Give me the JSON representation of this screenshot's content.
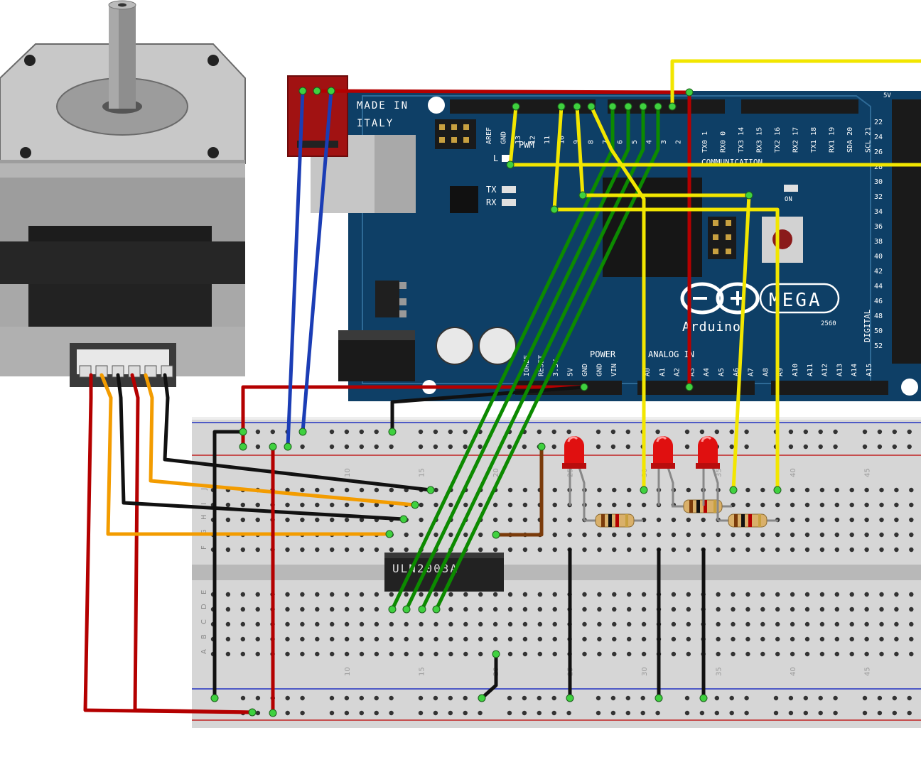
{
  "board": {
    "made_in": "MADE IN",
    "italy": "ITALY",
    "logo_text": "MEGA",
    "brand": "Arduino",
    "model": "2560",
    "pwm": "PWM",
    "comm": "COMMUNICATION",
    "power": "POWER",
    "analog_in": "ANALOG IN",
    "digital": "DIGITAL",
    "tx": "TX",
    "rx": "RX",
    "l_led": "L",
    "on_led": "ON",
    "top_pins": [
      "AREF",
      "GND",
      "13",
      "12",
      "11",
      "10",
      "9",
      "8",
      "7",
      "6",
      "5",
      "4",
      "3",
      "2",
      "TX0 1",
      "RX0 0",
      "TX3 14",
      "RX3 15",
      "TX2 16",
      "RX2 17",
      "TX1 18",
      "RX1 19",
      "SDA 20",
      "SCL 21"
    ],
    "power_pins": [
      "IOREF",
      "RESET",
      "3.3V",
      "5V",
      "GND",
      "GND",
      "VIN"
    ],
    "analog_pins": [
      "A0",
      "A1",
      "A2",
      "A3",
      "A4",
      "A5",
      "A6",
      "A7",
      "A8",
      "A9",
      "A10",
      "A11",
      "A12",
      "A13",
      "A14",
      "A15"
    ],
    "side_pins": [
      "22",
      "24",
      "26",
      "28",
      "30",
      "32",
      "34",
      "36",
      "38",
      "40",
      "42",
      "44",
      "46",
      "48",
      "50",
      "52"
    ],
    "side_top": "5V"
  },
  "breadboard": {
    "row_letters_top": [
      "J",
      "I",
      "H",
      "G",
      "F"
    ],
    "row_letters_bottom": [
      "E",
      "D",
      "C",
      "B",
      "A"
    ],
    "column_numbers": [
      "10",
      "15",
      "20",
      "25",
      "30",
      "35",
      "40",
      "45"
    ]
  },
  "chip": {
    "label": "ULN2003A"
  },
  "colors": {
    "board_blue": "#0e3f66",
    "wire_red": "#b40000",
    "wire_yellow": "#f2e600",
    "wire_green": "#0c8a00",
    "wire_blue": "#1b3db5",
    "wire_orange": "#f39c00",
    "wire_black": "#111111",
    "wire_brown": "#7a3b0b",
    "led_red": "#e01010"
  }
}
